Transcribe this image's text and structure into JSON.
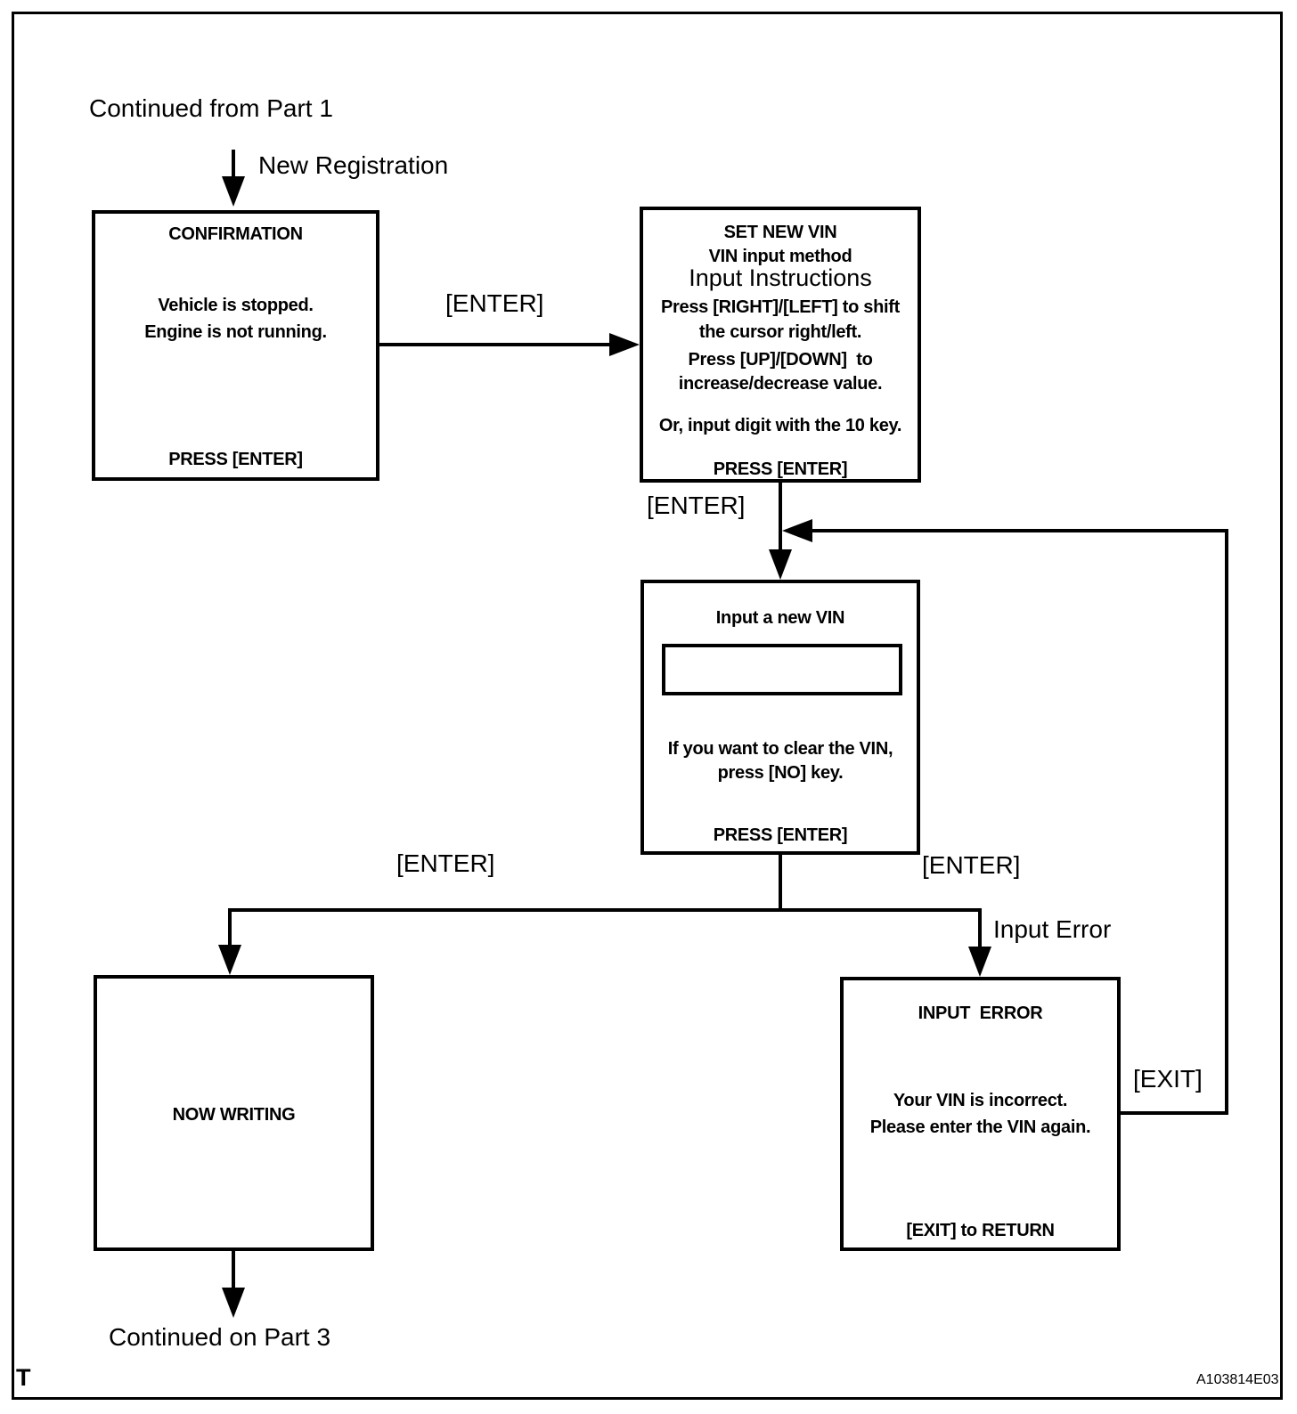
{
  "page": {
    "background": "#ffffff",
    "ink_color": "#000000",
    "footer_mark": "T",
    "figure_id": "A103814E03"
  },
  "flow": {
    "continued_from": "Continued from Part 1",
    "new_registration_label": "New Registration",
    "enter_confirm_to_setvin": "[ENTER]",
    "enter_setvin_to_input": "[ENTER]",
    "enter_to_now_writing": "[ENTER]",
    "enter_to_input_error": "[ENTER]",
    "input_error_label": "Input Error",
    "exit_label": "[EXIT]",
    "continued_on": "Continued on Part 3"
  },
  "screens": {
    "confirmation": {
      "title": "CONFIRMATION",
      "line1": "Vehicle is stopped.",
      "line2": "Engine is not running.",
      "footer": "PRESS [ENTER]"
    },
    "set_new_vin": {
      "title1": "SET NEW VIN",
      "title2": "VIN input method",
      "subtitle": "Input Instructions",
      "line1": "Press [RIGHT]/[LEFT] to shift",
      "line2": "the cursor right/left.",
      "line3": "Press [UP]/[DOWN]  to",
      "line4": "increase/decrease value.",
      "line5": "Or, input digit with the 10 key.",
      "footer": "PRESS [ENTER]"
    },
    "input_new_vin": {
      "title": "Input a new VIN",
      "vin_field_value": "",
      "line1": "If you want to clear the VIN,",
      "line2": "press [NO] key.",
      "footer": "PRESS [ENTER]"
    },
    "now_writing": {
      "title": "NOW WRITING"
    },
    "input_error": {
      "title": "INPUT  ERROR",
      "line1": "Your VIN is incorrect.",
      "line2": "Please enter the VIN again.",
      "footer": "[EXIT] to RETURN"
    }
  }
}
